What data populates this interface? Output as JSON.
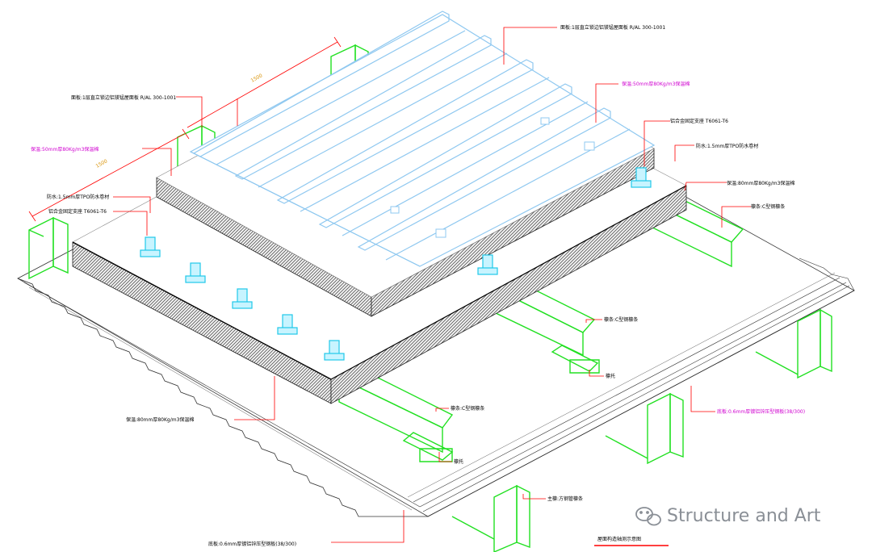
{
  "labels": {
    "top_roof_panel": "面板:1层直立锁边铝镁锰屋面板 R/AL 300-1001",
    "top_insulation": "保温:50mm厚80Kg/m3保温棉",
    "top_bracket": "铝合金固定支座 T6061-T6",
    "top_membrane": "防水:1.5mm厚TPO防水卷材",
    "mid_insulation_right": "保温:80mm厚80Kg/m3保温棉",
    "purlin_right": "檩条:C型钢檩条",
    "left_roof_panel": "面板:1层直立锁边铝镁锰屋面板 R/AL 300-1001",
    "left_insulation": "保温:50mm厚80Kg/m3保温棉",
    "left_membrane": "防水:1.5mm厚TPO防水卷材",
    "left_bracket": "铝合金固定支座 T6061-T6",
    "purlin_mid": "檩条:C型钢檩条",
    "purlin_mid_tie": "檩托",
    "bottom_insulation": "保温:80mm厚80Kg/m3保温棉",
    "purlin_low": "檩条:C型钢檩条",
    "purlin_low_tie": "檩托",
    "bottom_deck_right": "底板:0.6mm厚镀铝锌压型钢板(38/300)",
    "main_beam": "主檩:方钢管檩条",
    "bottom_deck_left": "底板:0.6mm厚镀铝锌压型钢板(38/300)",
    "dim_1": "1500",
    "dim_2": "1500",
    "caption": "屋面构造轴测示意图"
  },
  "watermark": {
    "icon": "wechat-icon",
    "text": "Structure and Art"
  },
  "colors": {
    "panel": "#8fc8f0",
    "insulation": "#555555",
    "steel": "#22e022",
    "bracket": "#20c8e8",
    "leader": "#ff0000",
    "magenta": "#d000d0",
    "deck": "#333333"
  }
}
